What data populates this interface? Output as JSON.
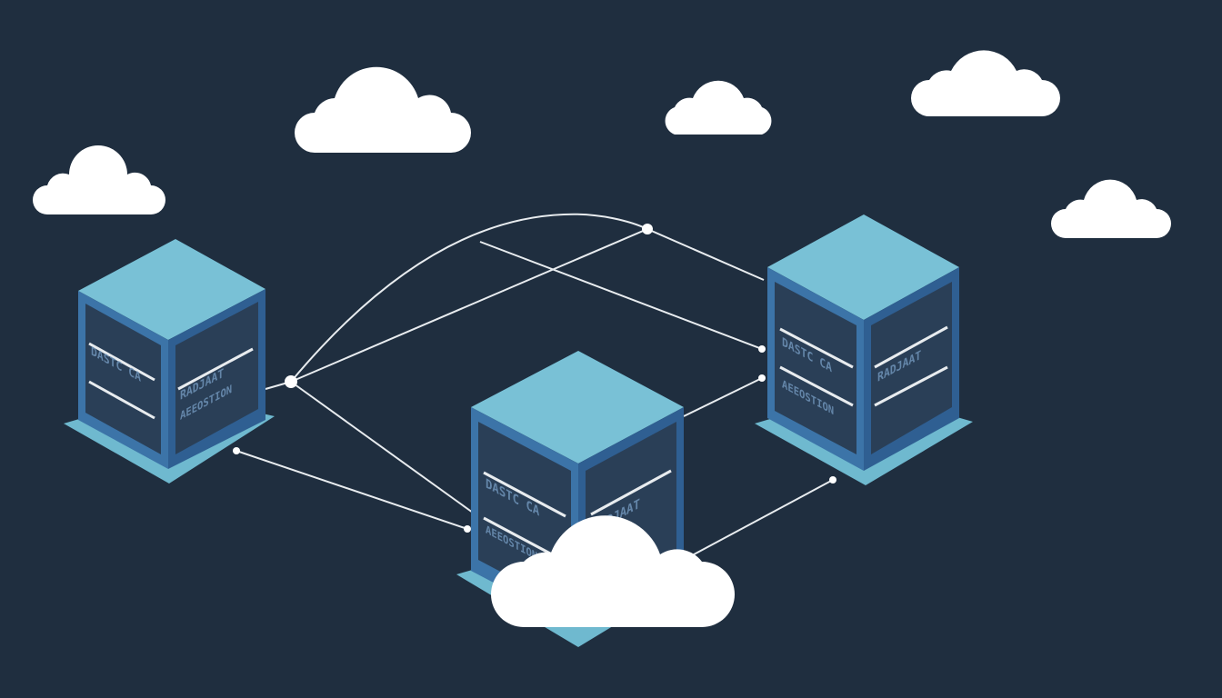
{
  "scene": {
    "background_color": "#1f2e3f",
    "cloud_color": "#ffffff",
    "link_color": "#e8ecef",
    "server_top_color": "#79c1d6",
    "server_left_color": "#3c74a8",
    "server_right_color": "#2f5f92",
    "server_base_color": "#6fb9cf",
    "server_panel_color": "#2a3f57"
  },
  "servers": [
    {
      "id": "left",
      "label_lines": [
        "DASTC CA",
        "RADJAAT",
        "AEEOSTION"
      ]
    },
    {
      "id": "center",
      "label_lines": [
        "DASTC CA",
        "RADJAAT",
        "AEEOSTION"
      ]
    },
    {
      "id": "right",
      "label_lines": [
        "DASTC CA",
        "RADJAAT",
        "AEEOSTION"
      ]
    }
  ],
  "clouds_count": 6,
  "links_count": 9
}
